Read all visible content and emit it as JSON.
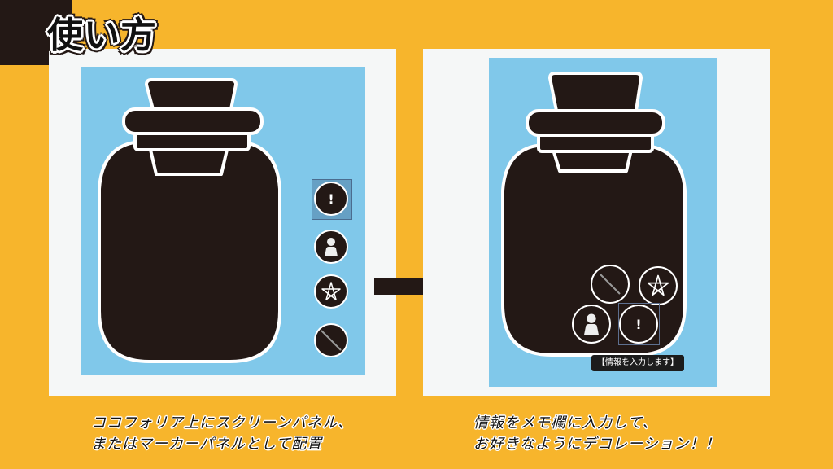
{
  "header": {
    "title": "使い方"
  },
  "colors": {
    "background": "#F7B52C",
    "panel": "#F5F7F7",
    "screen": "#80C8EA",
    "dark": "#231815",
    "white": "#FFFFFF"
  },
  "left_panel": {
    "markers": [
      {
        "icon": "exclamation-icon",
        "glyph": "!",
        "selected": true
      },
      {
        "icon": "person-icon",
        "glyph": ""
      },
      {
        "icon": "pentagram-icon",
        "glyph": ""
      },
      {
        "icon": "slash-icon",
        "glyph": ""
      }
    ]
  },
  "right_panel": {
    "markers": [
      {
        "icon": "slash-icon"
      },
      {
        "icon": "pentagram-icon"
      },
      {
        "icon": "person-icon"
      },
      {
        "icon": "exclamation-icon",
        "glyph": "!",
        "selected": true
      }
    ],
    "tooltip": "【情報を入力します】"
  },
  "captions": {
    "left_line1": "ココフォリア上にスクリーンパネル、",
    "left_line2": "またはマーカーパネルとして配置",
    "right_line1": "情報をメモ欄に入力して、",
    "right_line2": "お好きなようにデコレーション！！"
  }
}
